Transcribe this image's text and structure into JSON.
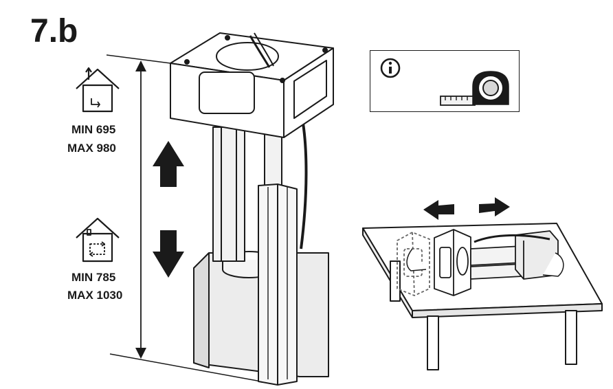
{
  "step": {
    "label": "7.b"
  },
  "vented_mode": {
    "icon": "house-vented-exhaust-icon",
    "min_label": "MIN",
    "min_value": "695",
    "max_label": "MAX",
    "max_value": "980"
  },
  "recirculation_mode": {
    "icon": "house-recirculation-icon",
    "min_label": "MIN",
    "min_value": "785",
    "max_label": "MAX",
    "max_value": "1030"
  },
  "info_box": {
    "icon": "info-icon",
    "tool_icon": "tape-measure-icon"
  },
  "arrows": {
    "vertical": "up-down-arrow-icon",
    "horizontal": "left-right-arrow-icon"
  },
  "colors": {
    "ink": "#1a1a1a",
    "panel_gray": "#e9e9e9",
    "panel_light": "#f4f4f4",
    "dash": "#666666"
  }
}
